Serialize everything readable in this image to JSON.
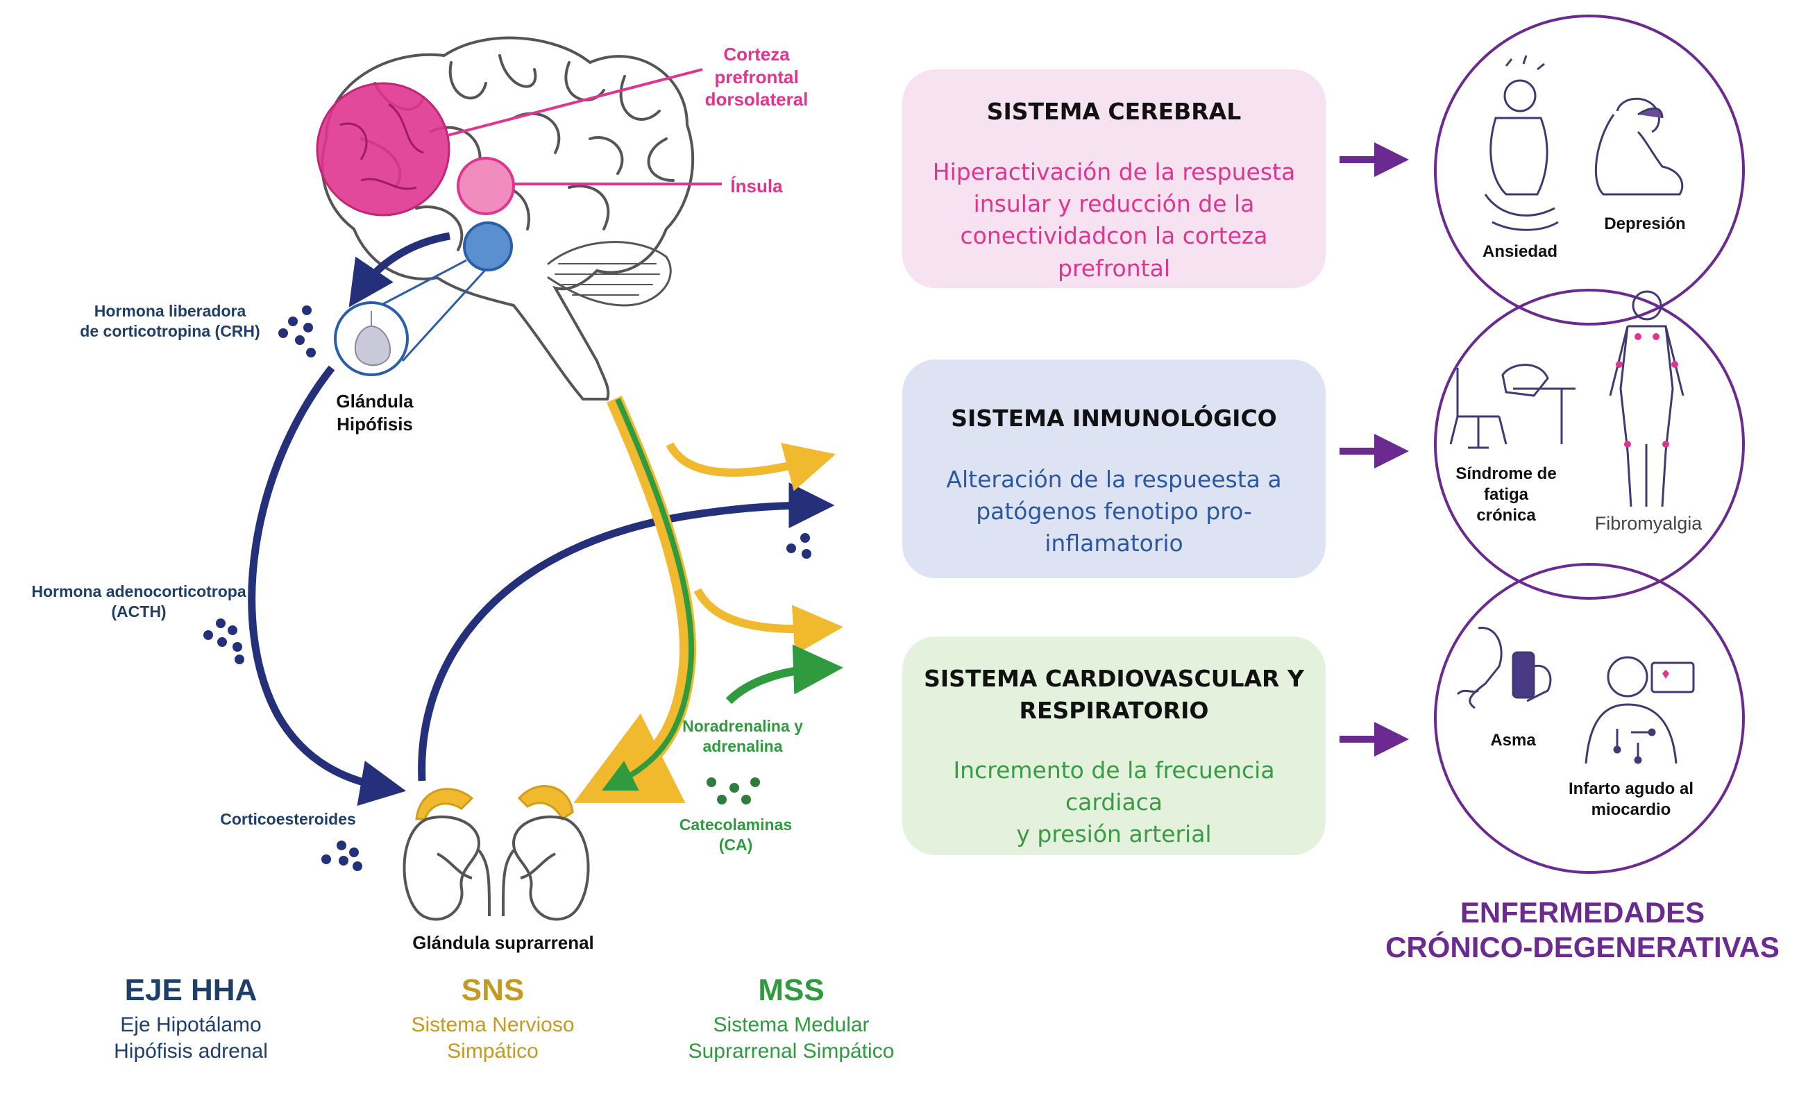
{
  "colors": {
    "pink": "#e0358f",
    "navy": "#24307a",
    "blue_text": "#1f3f6b",
    "yellow": "#f1b92e",
    "green": "#2f9a3e",
    "purple": "#6b2a8f",
    "box_pink": "#f7e2f1",
    "box_blue": "#dde3f3",
    "box_green": "#e4f1dc",
    "gold_text": "#c49a22"
  },
  "icons": [
    "brain-icon",
    "pituitary-icon",
    "adrenal-gland-icon",
    "kidney-icon",
    "anxiety-person-icon",
    "depression-person-icon",
    "fatigue-person-icon",
    "body-silhouette-icon",
    "inhaler-icon",
    "heart-monitor-person-icon"
  ],
  "brain_labels": {
    "prefrontal": "Corteza\nprefrontal\ndorsolateral",
    "insula": "Ínsula"
  },
  "hpa_labels": {
    "crh": "Hormona liberadora\nde corticotropina (CRH)",
    "pituitary": "Glándula\nHipófisis",
    "acth": "Hormona adenocorticotropa\n(ACTH)",
    "corticoids": "Corticoesteroides",
    "adrenal": "Glándula suprarrenal",
    "noradrenaline": "Noradrenalina y\nadrenalina",
    "catecholamines": "Catecolaminas\n(CA)"
  },
  "systems": [
    {
      "title": "SISTEMA CEREBRAL",
      "text": "Hiperactivación de la respuesta\ninsular y reducción de la\nconectividadcon la corteza prefrontal"
    },
    {
      "title": "SISTEMA INMUNOLÓGICO",
      "text": "Alteración de la respueesta a\npatógenos fenotipo pro-inflamatorio"
    },
    {
      "title": "SISTEMA CARDIOVASCULAR Y\nRESPIRATORIO",
      "text": "Incremento de la frecuencia cardiaca\ny presión arterial"
    }
  ],
  "diseases": {
    "anxiety": "Ansiedad",
    "depression": "Depresión",
    "fatigue": "Síndrome de\nfatiga\ncrónica",
    "fibromyalgia": "Fibromyalgia",
    "asthma": "Asma",
    "infarct": "Infarto agudo al\nmiocardio",
    "heading": "ENFERMEDADES\nCRÓNICO-DEGENERATIVAS"
  },
  "legend": [
    {
      "title": "EJE HHA",
      "subtitle": "Eje Hipotálamo\nHipófisis adrenal"
    },
    {
      "title": "SNS",
      "subtitle": "Sistema Nervioso\nSimpático"
    },
    {
      "title": "MSS",
      "subtitle": "Sistema Medular\nSuprarrenal Simpático"
    }
  ]
}
